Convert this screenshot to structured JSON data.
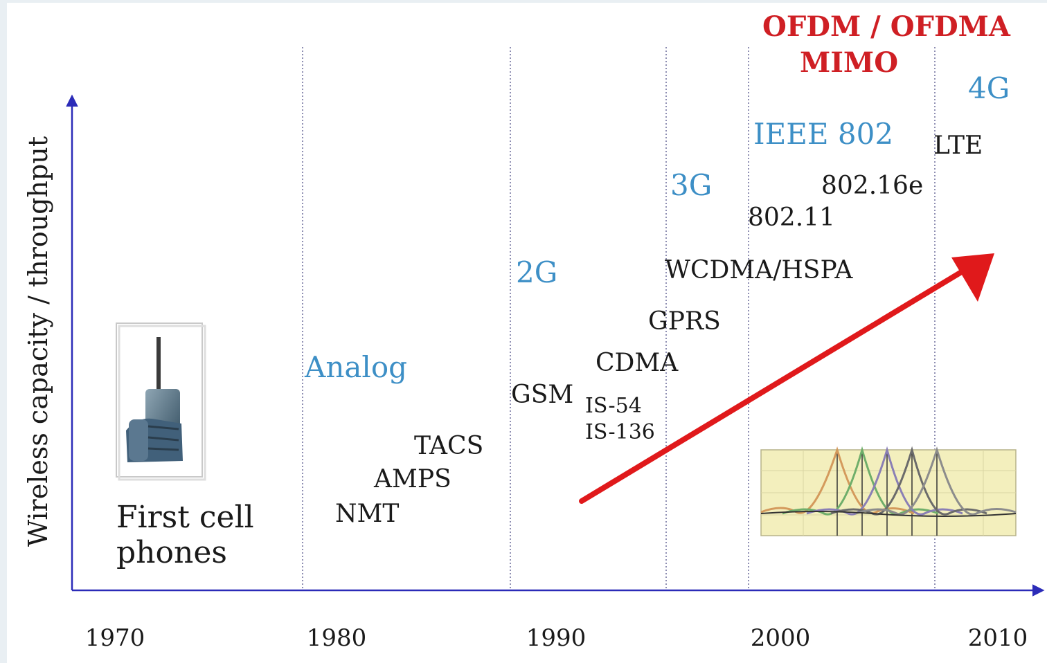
{
  "diagram": {
    "y_axis_label": "Wireless capacity / throughput",
    "x_axis_years": [
      "1970",
      "1980",
      "1990",
      "2000",
      "2010"
    ],
    "first_phones_label_line1": "First cell",
    "first_phones_label_line2": "phones",
    "generations": {
      "analog": "Analog",
      "gen2": "2G",
      "gen3": "3G",
      "ieee": "IEEE 802",
      "gen4": "4G"
    },
    "technologies": {
      "nmt": "NMT",
      "amps": "AMPS",
      "tacs": "TACS",
      "gsm": "GSM",
      "is54": "IS-54",
      "is136": "IS-136",
      "cdma": "CDMA",
      "gprs": "GPRS",
      "wcdma": "WCDMA/HSPA",
      "wifi": "802.11",
      "wimax": "802.16e",
      "lte": "LTE"
    },
    "headline_line1": "OFDM / OFDMA",
    "headline_line2": "MIMO",
    "colors": {
      "axis": "#2b2bb8",
      "generation_text": "#3d8fc6",
      "headline": "#cf1f24",
      "trend_arrow": "#e0191b",
      "divider": "#6a6a9a",
      "text": "#1a1a1a"
    },
    "icons": [
      "cell-phone-icon",
      "ofdm-subcarriers-icon"
    ]
  }
}
